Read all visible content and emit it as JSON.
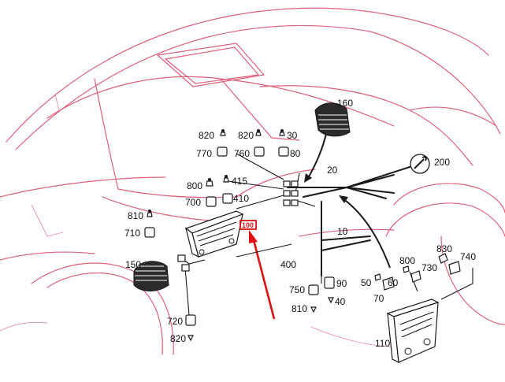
{
  "callouts": {
    "c160": "160",
    "c200": "200",
    "c20": "20",
    "c10": "10",
    "c820a": "820",
    "c820b": "820",
    "c30": "30",
    "c770": "770",
    "c760": "760",
    "c80": "80",
    "c800a": "800",
    "c415": "415",
    "c700": "700",
    "c410": "410",
    "c810a": "810",
    "c710": "710",
    "c100": "100",
    "c150": "150",
    "c400": "400",
    "c750": "750",
    "c90": "90",
    "c810b": "810",
    "c40": "40",
    "c720": "720",
    "c820c": "820",
    "c830": "830",
    "c740": "740",
    "c800b": "800",
    "c730": "730",
    "c50": "50",
    "c60": "60",
    "c70": "70",
    "c110": "110"
  },
  "colors": {
    "car_outline": "#e0607a",
    "wiring": "#1a1a1a",
    "highlight": "#e01010"
  },
  "highlighted_part": "100"
}
